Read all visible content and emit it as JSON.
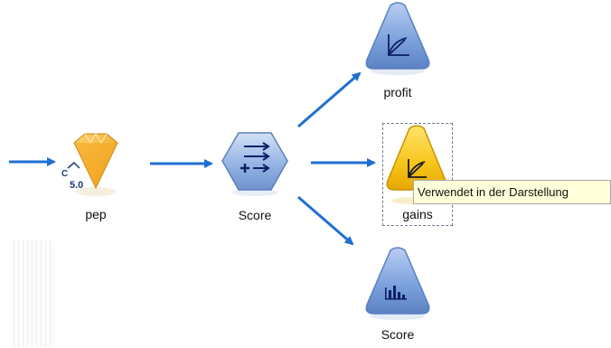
{
  "stream": {
    "nodes": {
      "pep": {
        "label": "pep",
        "badge_letter": "C",
        "badge_version": "5.0",
        "icon": "c50-model-nugget-icon"
      },
      "score_model": {
        "label": "Score",
        "icon": "score-arrows-icon"
      },
      "profit": {
        "label": "profit",
        "icon": "evaluation-chart-icon"
      },
      "gains": {
        "label": "gains",
        "icon": "evaluation-chart-icon",
        "selected": true
      },
      "score_hist": {
        "label": "Score",
        "icon": "histogram-icon"
      }
    },
    "tooltip": {
      "text": "Verwendet in der Darstellung"
    }
  },
  "colors": {
    "connector": "#1f6fd1",
    "model_gold": "#f5a623",
    "graph_blue": "#6b97d6",
    "selected_yellow": "#f7c51a",
    "tooltip_bg": "#ffffd9"
  }
}
